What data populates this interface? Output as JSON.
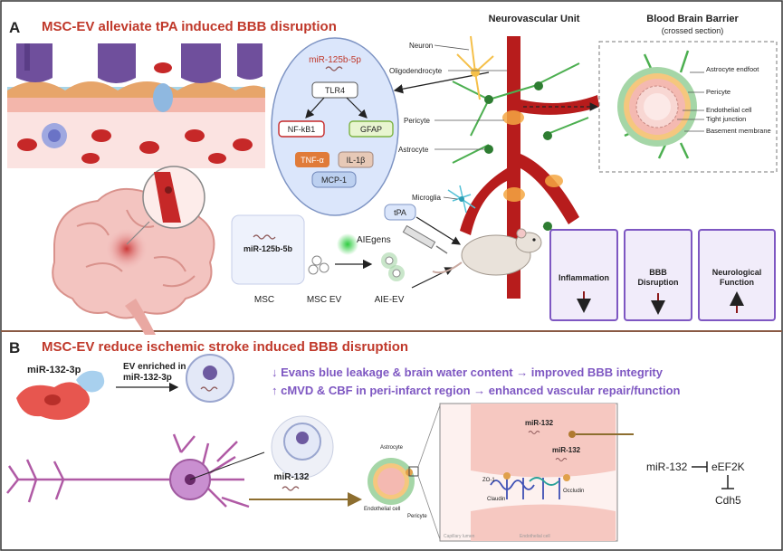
{
  "panel_a": {
    "letter": "A",
    "title": "MSC-EV alleviate tPA induced BBB disruption",
    "nvu_title": "Neurovascular Unit",
    "bbb_title": "Blood Brain Barrier",
    "bbb_subtitle": "(crossed section)",
    "nvu_labels": {
      "neuron": "Neuron",
      "oligodendrocyte": "Oligodendrocyte",
      "pericyte": "Pericyte",
      "astrocyte": "Astrocyte",
      "microglia": "Microglia"
    },
    "bbb_labels": {
      "astrocyte_endfoot": "Astrocyte endfoot",
      "pericyte": "Pericyte",
      "endothelial_cell": "Endothelial cell",
      "tight_junction": "Tight junction",
      "basement_membrane": "Basement membrane"
    },
    "pathway": {
      "mirna": "miR-125b-5p",
      "receptor": "TLR4",
      "node1": "NF-kB1",
      "node2": "GFAP",
      "node3": "TNF-α",
      "node4": "IL-1β",
      "node5": "MCP-1"
    },
    "msc": {
      "mirna": "miR-125b-5b",
      "msc_label": "MSC",
      "ev_label": "MSC EV",
      "aiegens": "AIEgens",
      "aie_ev": "AIE-EV",
      "tpa": "tPA"
    },
    "outcomes": [
      {
        "label": "Inflammation",
        "direction": "down"
      },
      {
        "label": "BBB Disruption",
        "direction": "down"
      },
      {
        "label": "Neurological Function",
        "direction": "up"
      }
    ]
  },
  "panel_b": {
    "letter": "B",
    "title": "MSC-EV reduce ischemic stroke induced BBB disruption",
    "mirna": "miR-132-3p",
    "ev_line1": "EV enriched in",
    "ev_line2": "miR-132-3p",
    "finding1": "↓ Evans blue leakage & brain water content → improved BBB integrity",
    "finding2": "↑ cMVD & CBF in peri-infarct region → enhanced vascular repair/function",
    "neuron_mirna": "miR-132",
    "cross_labels": {
      "astrocyte": "Astrocyte",
      "endothelial": "Endothelial cell",
      "pericyte": "Pericyte"
    },
    "junction": {
      "mir_a": "miR-132",
      "mir_b": "miR-132",
      "zo1": "ZO-1",
      "claudin": "Claudin",
      "occludin": "Occludin",
      "lumen": "Capillary lumen",
      "endo": "Endothelial cell"
    },
    "signaling": {
      "source": "miR-132",
      "target1": "eEF2K",
      "target2": "Cdh5"
    }
  },
  "colors": {
    "title_red": "#c0392b",
    "purple": "#7e57c2",
    "border": "#333333",
    "blood_red": "#c62828"
  }
}
